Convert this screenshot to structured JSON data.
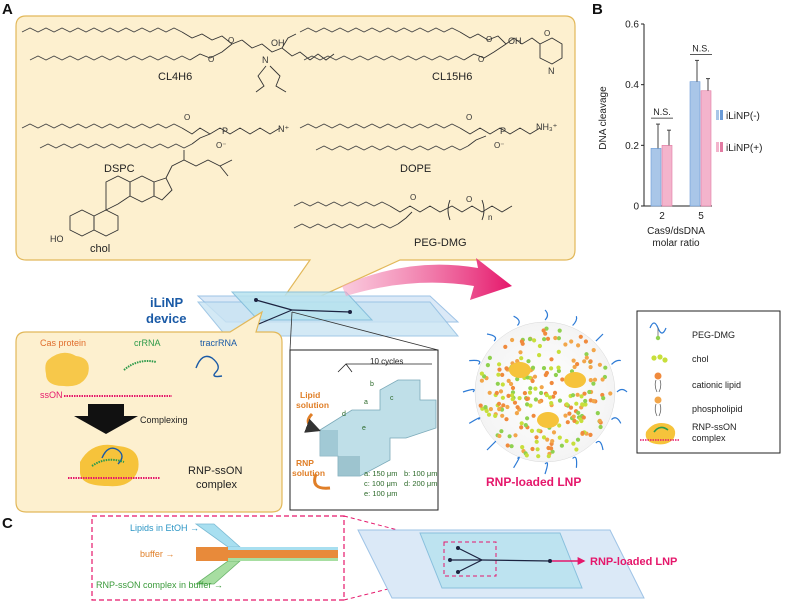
{
  "panels": {
    "a": "A",
    "b": "B",
    "c": "C"
  },
  "lipids": {
    "cl4h6": "CL4H6",
    "cl15h6": "CL15H6",
    "dspc": "DSPC",
    "dope": "DOPE",
    "chol": "chol",
    "peg_dmg": "PEG-DMG",
    "oh": "OH",
    "n": "N",
    "p": "P",
    "o": "O",
    "oneg": "O⁻",
    "nplus": "N⁺",
    "nh3": "NH₃⁺",
    "sub_n": "n",
    "ho": "HO"
  },
  "device": {
    "name_line1": "iLiNP",
    "name_line2": "device",
    "cycles": "10 cycles",
    "lipid_solution": [
      "Lipid",
      "solution"
    ],
    "rnp_solution": [
      "RNP",
      "solution"
    ],
    "dims": [
      "a: 150 μm",
      "b: 100 μm",
      "c: 100 μm",
      "d: 200 μm",
      "e: 100 μm"
    ],
    "letters": [
      "a",
      "b",
      "c",
      "d",
      "e"
    ]
  },
  "complexing": {
    "cas": "Cas protein",
    "crrna": "crRNA",
    "tracrrna": "tracrRNA",
    "sson": "ssON",
    "arrow": "Complexing",
    "result_line1": "RNP-ssON",
    "result_line2": "complex"
  },
  "lnp": {
    "label": "RNP-loaded LNP"
  },
  "legend": {
    "items": [
      "PEG-DMG",
      "chol",
      "cationic lipid",
      "phospholipid"
    ],
    "rnp_line1": "RNP-ssON",
    "rnp_line2": "complex"
  },
  "panel_c": {
    "lipids_in": "Lipids in EtOH →",
    "buffer": "buffer →",
    "rnp_in": "RNP-ssON complex in buffer →",
    "out": "RNP-loaded LNP"
  },
  "colors": {
    "blue_bar": "#a9c6e8",
    "pink_bar": "#f3b4cc",
    "accent_pink": "#e5176b",
    "device_blue": "#1a5aa6",
    "bubble": "#fdf0cf"
  },
  "chart_data": {
    "type": "bar",
    "categories": [
      "2",
      "5"
    ],
    "series": [
      {
        "name": "iLiNP(-)",
        "values": [
          0.19,
          0.41
        ],
        "errors": [
          0.08,
          0.07
        ]
      },
      {
        "name": "iLiNP(+)",
        "values": [
          0.2,
          0.38
        ],
        "errors": [
          0.05,
          0.04
        ]
      }
    ],
    "ylabel": "DNA cleavage",
    "xlabel_line1": "Cas9/dsDNA",
    "xlabel_line2": "molar ratio",
    "ylim": [
      0,
      0.6
    ],
    "yticks": [
      "0",
      "0.2",
      "0.4",
      "0.6"
    ],
    "significance": [
      "N.S.",
      "N.S."
    ],
    "legend_position": "right"
  }
}
